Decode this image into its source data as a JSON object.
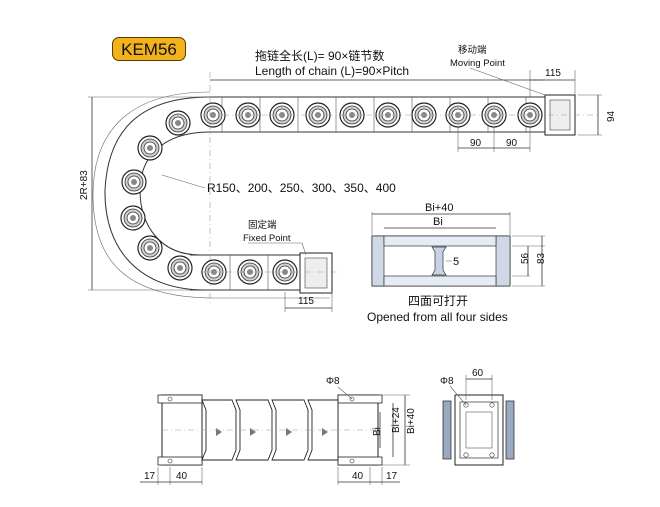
{
  "model": "KEM56",
  "chain_length_cn": "拖链全长(L)= 90×链节数",
  "chain_length_en": "Length of chain (L)=90×Pitch",
  "moving_point_cn": "移动端",
  "moving_point_en": "Moving Point",
  "fixed_point_cn": "固定端",
  "fixed_point_en": "Fixed Point",
  "radius_options": "R150、200、250、300、350、400",
  "height_label": "2R+83",
  "dim_115_top": "115",
  "dim_94": "94",
  "dim_90_a": "90",
  "dim_90_b": "90",
  "dim_115_bottom": "115",
  "section": {
    "bi40": "Bi+40",
    "bi": "Bi",
    "five": "5",
    "h56": "56",
    "h83": "83",
    "caption_cn": "四面可打开",
    "caption_en": "Opened from all four sides"
  },
  "bottom_view": {
    "phi8": "Φ8",
    "bi": "Bi",
    "bi24": "Bi+24",
    "bi40": "Bi+40",
    "d17_left": "17",
    "d40_left": "40",
    "d40_right": "40",
    "d17_right": "17"
  },
  "side_view": {
    "phi8": "Φ8",
    "d60": "60"
  }
}
